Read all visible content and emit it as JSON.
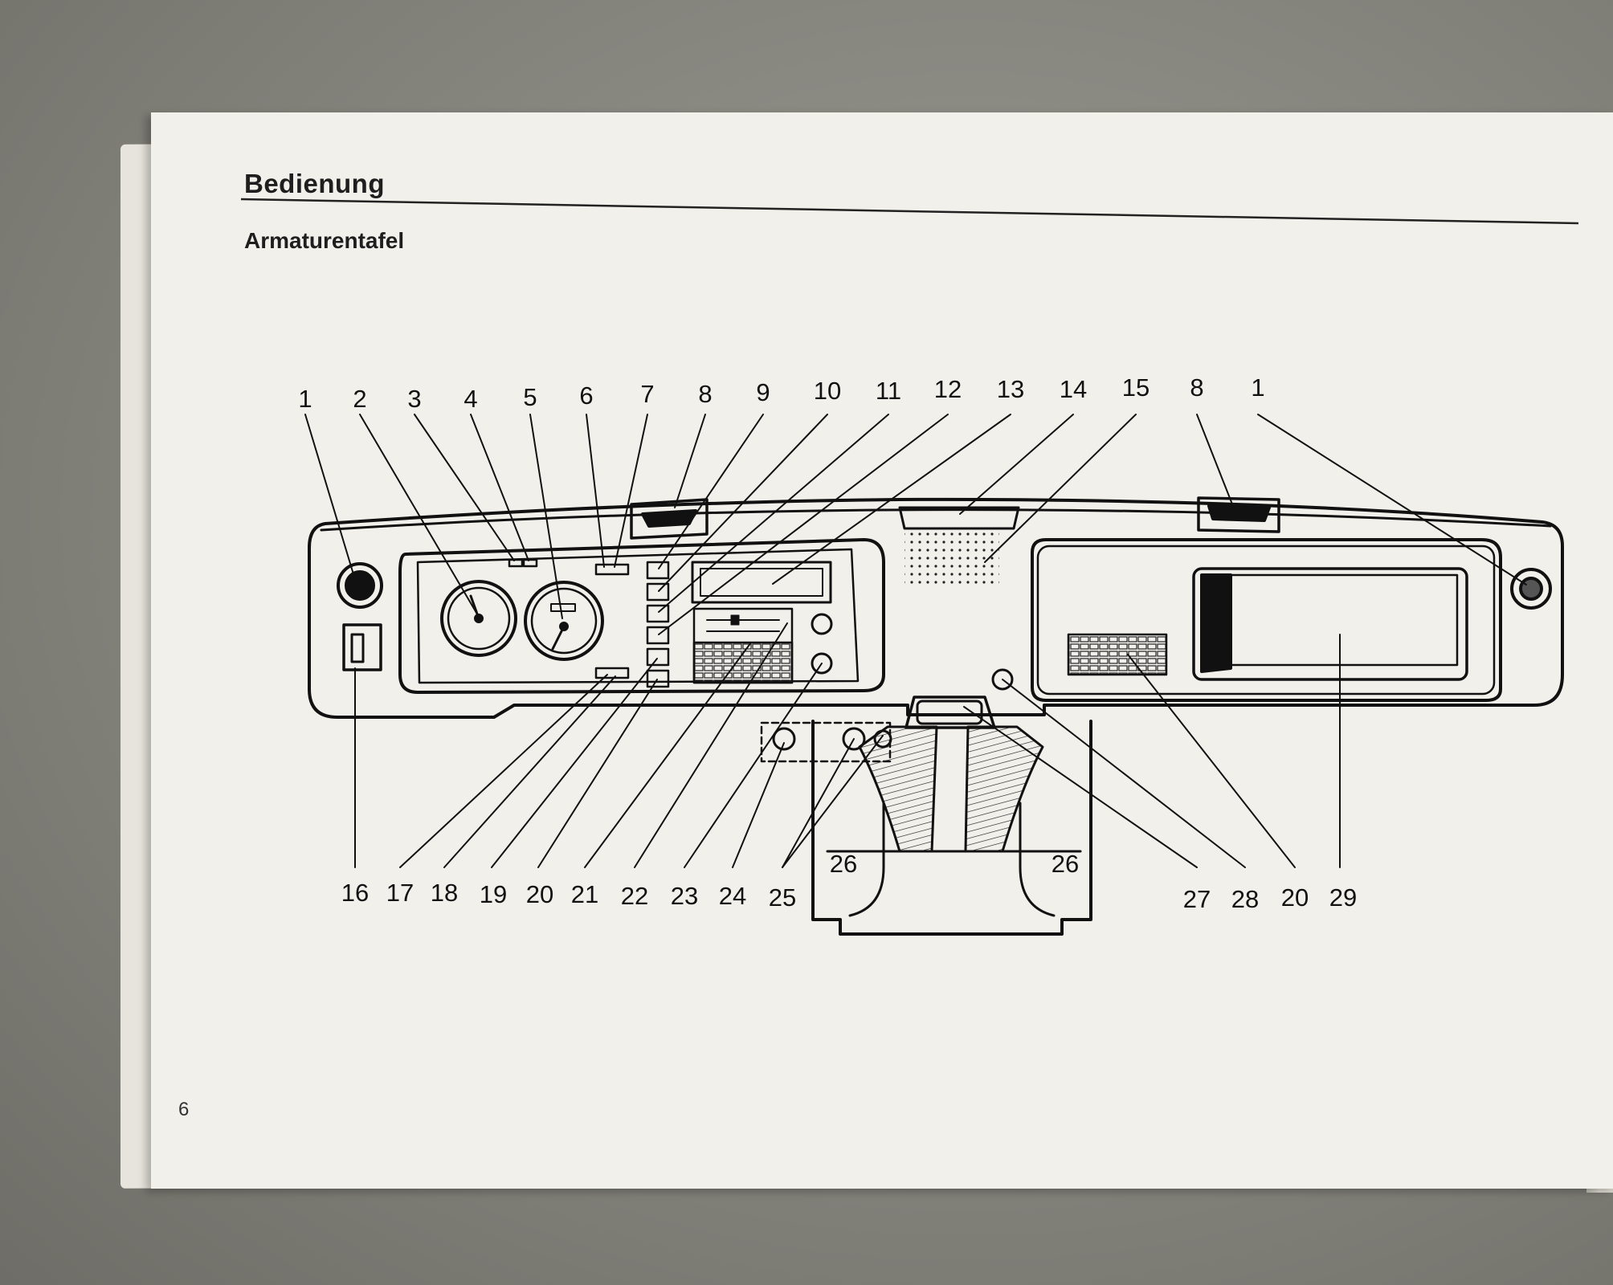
{
  "heading": "Bedienung",
  "subheading": "Armaturentafel",
  "page_number": "6",
  "callouts_top": [
    "1",
    "2",
    "3",
    "4",
    "5",
    "6",
    "7",
    "8",
    "9",
    "10",
    "11",
    "12",
    "13",
    "14",
    "15",
    "8",
    "1"
  ],
  "callouts_bottom": [
    "16",
    "17",
    "18",
    "19",
    "20",
    "21",
    "22",
    "23",
    "24",
    "25",
    "27",
    "28",
    "20",
    "29"
  ],
  "callout_26": "26"
}
